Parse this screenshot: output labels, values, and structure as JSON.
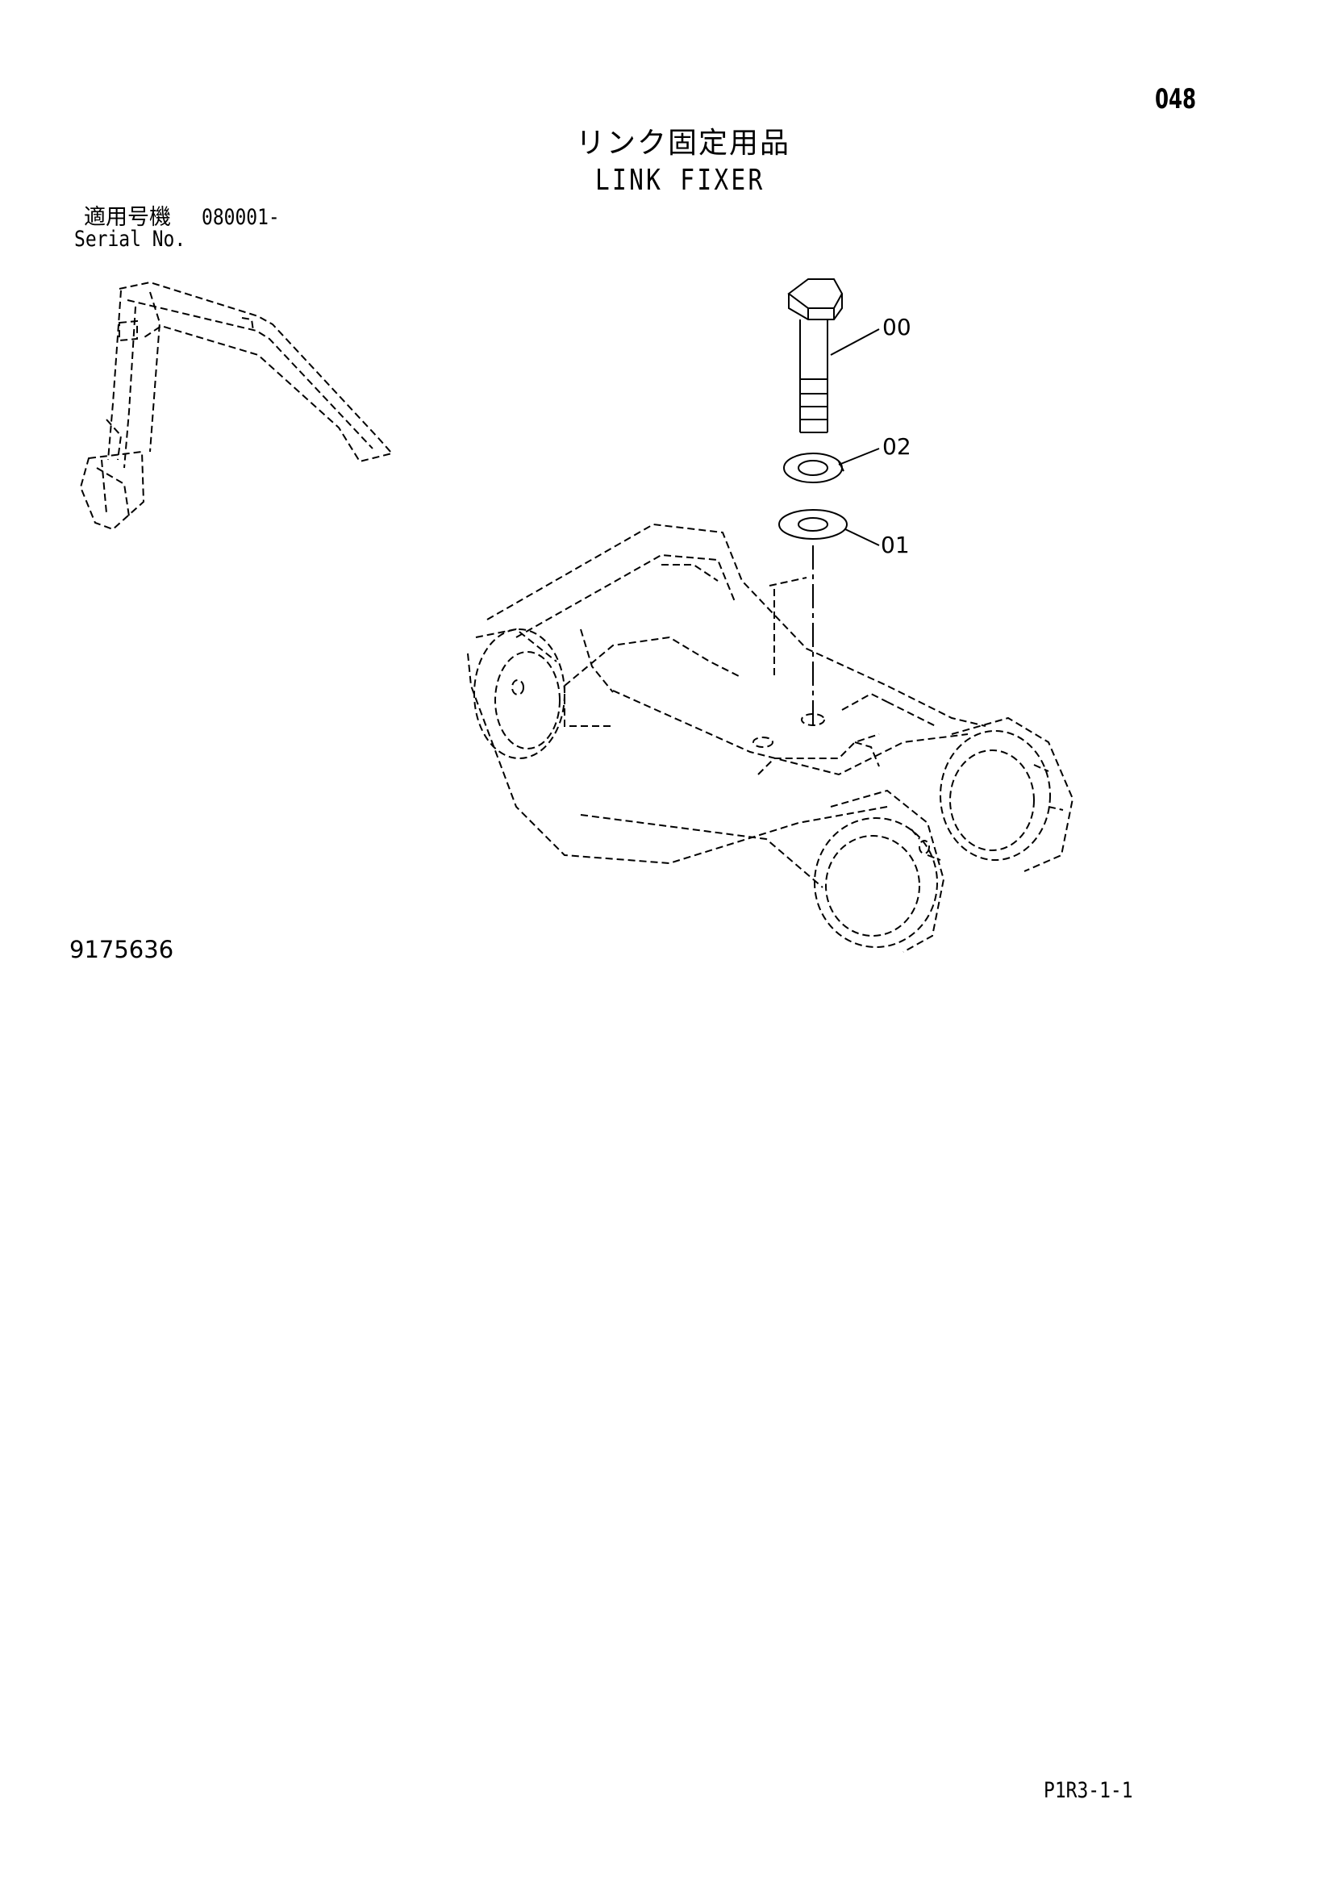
{
  "header": {
    "page_number": "048",
    "title_jp": "リンク固定用品",
    "title_en": "LINK FIXER"
  },
  "serial": {
    "label_jp": "適用号機",
    "value": "080001-",
    "label_en": "Serial No."
  },
  "callouts": {
    "bolt": "00",
    "spring_washer": "02",
    "washer": "01"
  },
  "footer": {
    "drawing_number": "9175636",
    "sheet_code": "P1R3-1-1"
  }
}
